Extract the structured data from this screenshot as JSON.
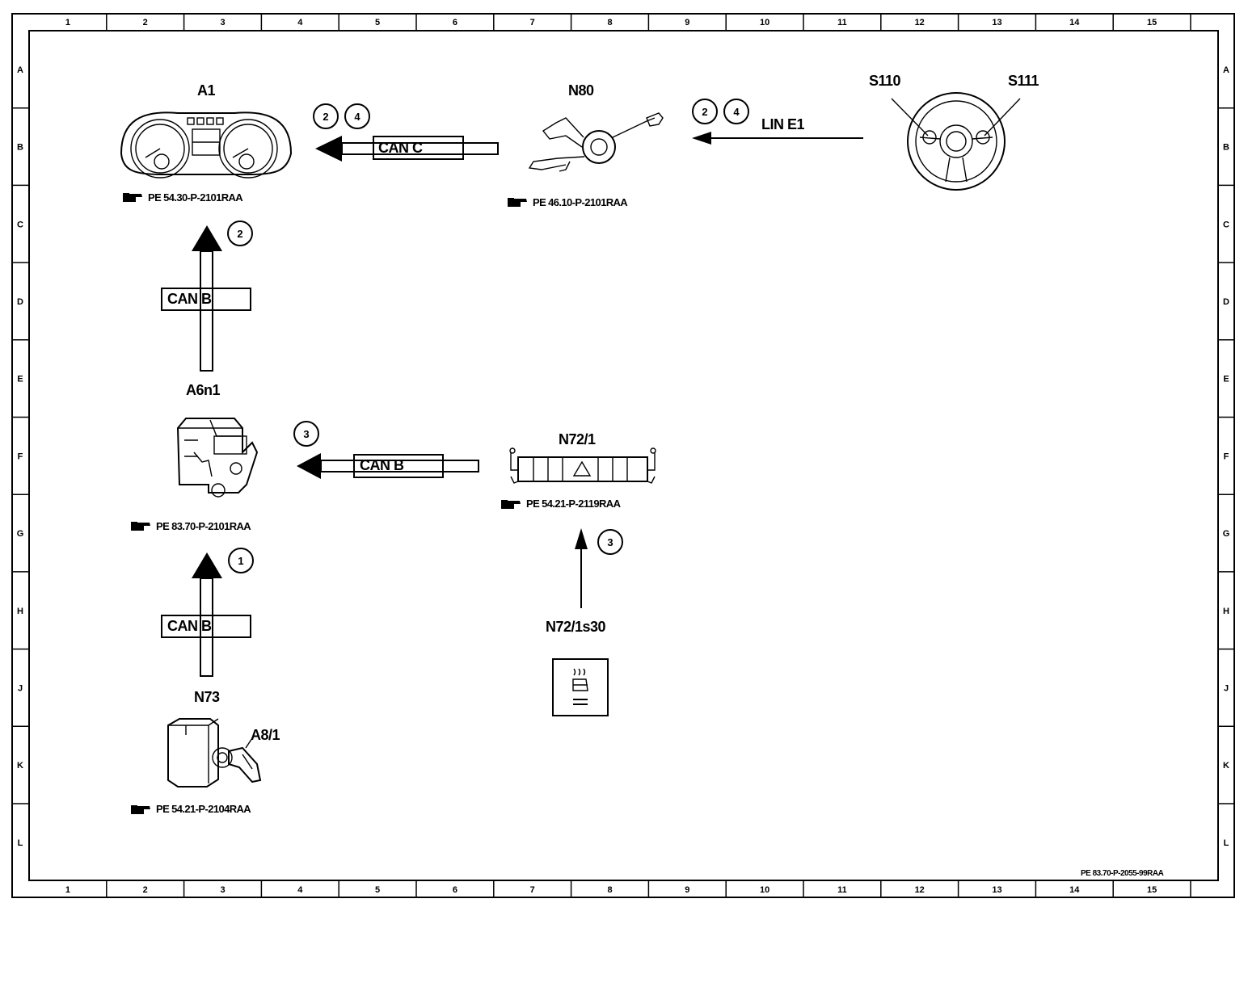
{
  "sheet": {
    "columns": [
      "1",
      "2",
      "3",
      "4",
      "5",
      "6",
      "7",
      "8",
      "9",
      "10",
      "11",
      "12",
      "13",
      "14",
      "15"
    ],
    "rows": [
      "A",
      "B",
      "C",
      "D",
      "E",
      "F",
      "G",
      "H",
      "J",
      "K",
      "L"
    ],
    "drawing_number": "PE 83.70-P-2055-99RAA"
  },
  "components": {
    "a1": {
      "label": "A1",
      "ref": "PE 54.30-P-2101RAA"
    },
    "n80": {
      "label": "N80",
      "ref": "PE 46.10-P-2101RAA"
    },
    "s110": {
      "label": "S110"
    },
    "s111": {
      "label": "S111"
    },
    "a6n1": {
      "label": "A6n1",
      "ref": "PE 83.70-P-2101RAA"
    },
    "n72_1": {
      "label": "N72/1",
      "ref": "PE 54.21-P-2119RAA"
    },
    "n72_1s30": {
      "label": "N72/1s30"
    },
    "n73": {
      "label": "N73",
      "ref": "PE 54.21-P-2104RAA"
    },
    "a8_1": {
      "label": "A8/1"
    }
  },
  "connections": {
    "n80_to_a1": {
      "bus": "CAN C",
      "steps": [
        "2",
        "4"
      ]
    },
    "wheel_to_n80": {
      "bus": "LIN E1",
      "steps": [
        "2",
        "4"
      ]
    },
    "a6n1_to_a1": {
      "bus": "CAN B",
      "steps": [
        "2"
      ]
    },
    "n72_to_a6n1": {
      "bus": "CAN B",
      "steps": [
        "3"
      ]
    },
    "n73_to_a6n1": {
      "bus": "CAN B",
      "steps": [
        "1"
      ]
    },
    "switch_to_n72": {
      "steps": [
        "3"
      ]
    }
  },
  "colors": {
    "line": "#000000",
    "background": "#ffffff"
  }
}
